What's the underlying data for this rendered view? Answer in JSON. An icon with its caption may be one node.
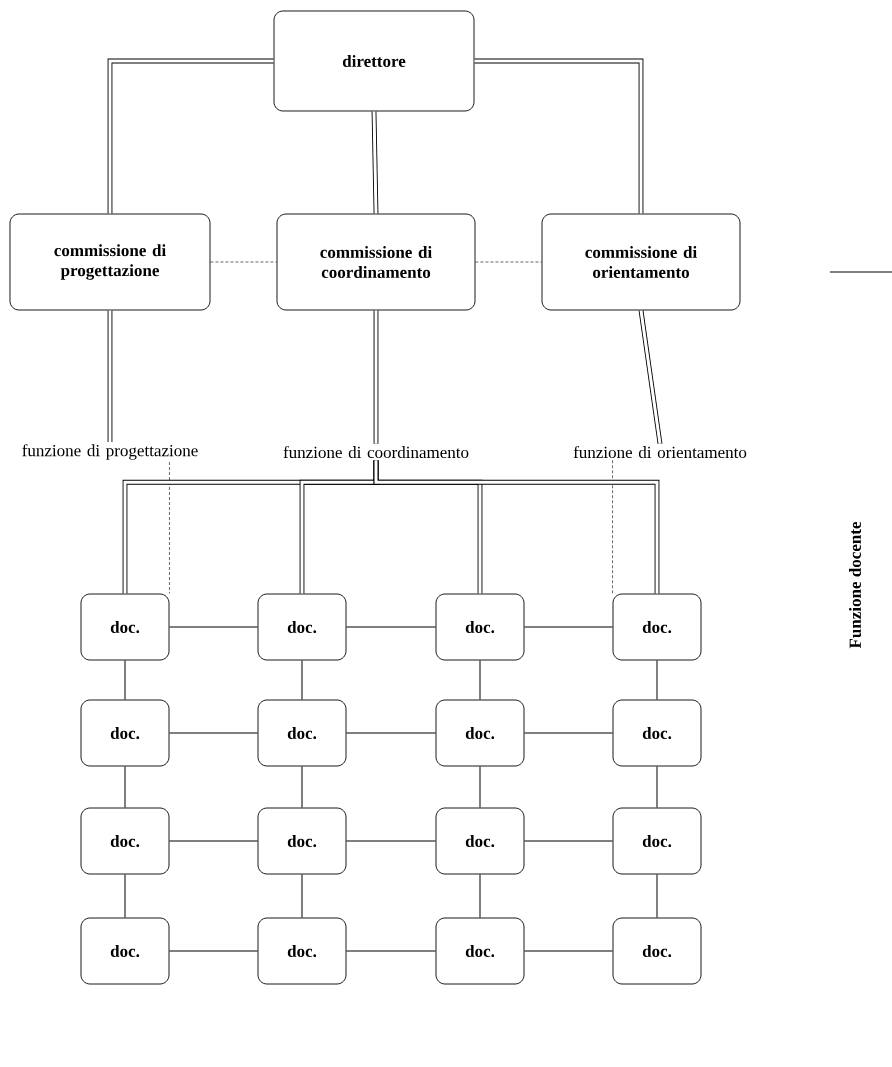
{
  "diagram": {
    "nodes": [
      {
        "text": [
          "direttore"
        ]
      },
      {
        "text": [
          "commissione di progettazione"
        ]
      },
      {
        "text": [
          "commissione di coordinamento"
        ]
      },
      {
        "text": [
          "commissione di orientamento"
        ]
      },
      {
        "text": [
          "funzione di progettazione"
        ]
      },
      {
        "text": [
          "funzione di coordinamento"
        ]
      },
      {
        "text": [
          "funzione di orientamento"
        ]
      },
      {
        "text": [
          "doc."
        ]
      },
      {
        "text": [
          "doc."
        ]
      },
      {
        "text": [
          "doc."
        ]
      },
      {
        "text": [
          "doc."
        ]
      },
      {
        "text": [
          "doc."
        ]
      },
      {
        "text": [
          "doc."
        ]
      },
      {
        "text": [
          "doc."
        ]
      },
      {
        "text": [
          "doc."
        ]
      },
      {
        "text": [
          "doc."
        ]
      },
      {
        "text": [
          "doc."
        ]
      },
      {
        "text": [
          "doc."
        ]
      },
      {
        "text": [
          "doc."
        ]
      },
      {
        "text": [
          "doc."
        ]
      },
      {
        "text": [
          "doc."
        ]
      },
      {
        "text": [
          "doc."
        ]
      },
      {
        "text": [
          "doc."
        ]
      }
    ],
    "edges": [
      {
        "from": 0,
        "to": 1,
        "arrow": "none",
        "style": "thick"
      },
      {
        "from": 0,
        "to": 2,
        "arrow": "none",
        "style": "thick"
      },
      {
        "from": 0,
        "to": 3,
        "arrow": "none",
        "style": "thick"
      },
      {
        "from": 1,
        "to": 2,
        "arrow": "none",
        "style": "dashed"
      },
      {
        "from": 2,
        "to": 3,
        "arrow": "none",
        "style": "dashed"
      },
      {
        "from": 1,
        "to": 4,
        "arrow": "none",
        "style": "thick"
      },
      {
        "from": 2,
        "to": 5,
        "arrow": "none",
        "style": "thick"
      },
      {
        "from": 3,
        "to": 6,
        "arrow": "none",
        "style": "thick"
      },
      {
        "from": 4,
        "to": 7,
        "arrow": "none",
        "style": "dashed"
      },
      {
        "from": 6,
        "to": 10,
        "arrow": "none",
        "style": "dashed"
      },
      {
        "from": 5,
        "to": 7,
        "arrow": "none",
        "style": "thick"
      },
      {
        "from": 5,
        "to": 8,
        "arrow": "none",
        "style": "thick"
      },
      {
        "from": 5,
        "to": 9,
        "arrow": "none",
        "style": "thick"
      },
      {
        "from": 5,
        "to": 10,
        "arrow": "none",
        "style": "thick"
      },
      {
        "from": 7,
        "to": 8,
        "arrow": "none"
      },
      {
        "from": 8,
        "to": 9,
        "arrow": "none"
      },
      {
        "from": 9,
        "to": 10,
        "arrow": "none"
      },
      {
        "from": 11,
        "to": 12,
        "arrow": "none"
      },
      {
        "from": 12,
        "to": 13,
        "arrow": "none"
      },
      {
        "from": 13,
        "to": 14,
        "arrow": "none"
      },
      {
        "from": 15,
        "to": 16,
        "arrow": "none"
      },
      {
        "from": 16,
        "to": 17,
        "arrow": "none"
      },
      {
        "from": 17,
        "to": 18,
        "arrow": "none"
      },
      {
        "from": 19,
        "to": 20,
        "arrow": "none"
      },
      {
        "from": 20,
        "to": 21,
        "arrow": "none"
      },
      {
        "from": 21,
        "to": 22,
        "arrow": "none"
      },
      {
        "from": 7,
        "to": 11,
        "arrow": "none"
      },
      {
        "from": 11,
        "to": 15,
        "arrow": "none"
      },
      {
        "from": 15,
        "to": 19,
        "arrow": "none"
      },
      {
        "from": 8,
        "to": 12,
        "arrow": "none"
      },
      {
        "from": 12,
        "to": 16,
        "arrow": "none"
      },
      {
        "from": 16,
        "to": 20,
        "arrow": "none"
      },
      {
        "from": 9,
        "to": 13,
        "arrow": "none"
      },
      {
        "from": 13,
        "to": 17,
        "arrow": "none"
      },
      {
        "from": 17,
        "to": 21,
        "arrow": "none"
      },
      {
        "from": 10,
        "to": 14,
        "arrow": "none"
      },
      {
        "from": 14,
        "to": 18,
        "arrow": "none"
      },
      {
        "from": 18,
        "to": 22,
        "arrow": "none"
      }
    ],
    "labels": [
      "Funzione docente"
    ]
  }
}
